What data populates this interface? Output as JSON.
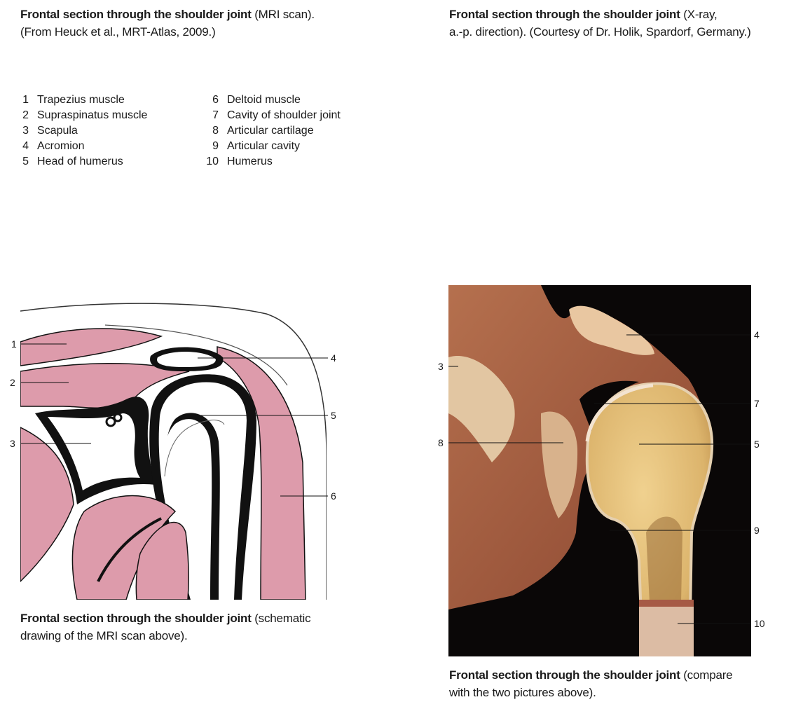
{
  "captions": {
    "mri": {
      "bold": "Frontal section through the shoulder joint",
      "rest": " (MRI scan).",
      "line2": "(From Heuck et al., MRT-Atlas, 2009.)"
    },
    "xray": {
      "bold": "Frontal section through the shoulder joint",
      "rest": " (X-ray,",
      "line2": "a.-p. direction). (Courtesy of Dr. Holik, Spardorf, Germany.)"
    },
    "schematic": {
      "bold": "Frontal section through the shoulder joint",
      "rest": " (schematic",
      "line2": "drawing of the MRI scan above)."
    },
    "specimen": {
      "bold": "Frontal section through the shoulder joint",
      "rest": " (compare",
      "line2": "with the two pictures above)."
    }
  },
  "legend": [
    {
      "num": "1",
      "label": "Trapezius muscle"
    },
    {
      "num": "2",
      "label": "Supraspinatus muscle"
    },
    {
      "num": "3",
      "label": "Scapula"
    },
    {
      "num": "4",
      "label": "Acromion"
    },
    {
      "num": "5",
      "label": "Head of humerus"
    },
    {
      "num": "6",
      "label": "Deltoid muscle"
    },
    {
      "num": "7",
      "label": "Cavity of shoulder joint"
    },
    {
      "num": "8",
      "label": "Articular cartilage"
    },
    {
      "num": "9",
      "label": "Articular cavity"
    },
    {
      "num": "10",
      "label": "Humerus"
    }
  ],
  "schematic_labels": {
    "l1": "1",
    "l2": "2",
    "l3": "3",
    "l4": "4",
    "l5": "5",
    "l6": "6"
  },
  "specimen_labels": {
    "l3": "3",
    "l8": "8",
    "l4": "4",
    "l7": "7",
    "l5": "5",
    "l9": "9",
    "l10": "10"
  },
  "colors": {
    "muscle": "#dd9bab",
    "bone_spongy": "#e6c47e",
    "specimen_background": "#0a0707",
    "tissue": "#a35b3c",
    "outline": "#111111"
  }
}
